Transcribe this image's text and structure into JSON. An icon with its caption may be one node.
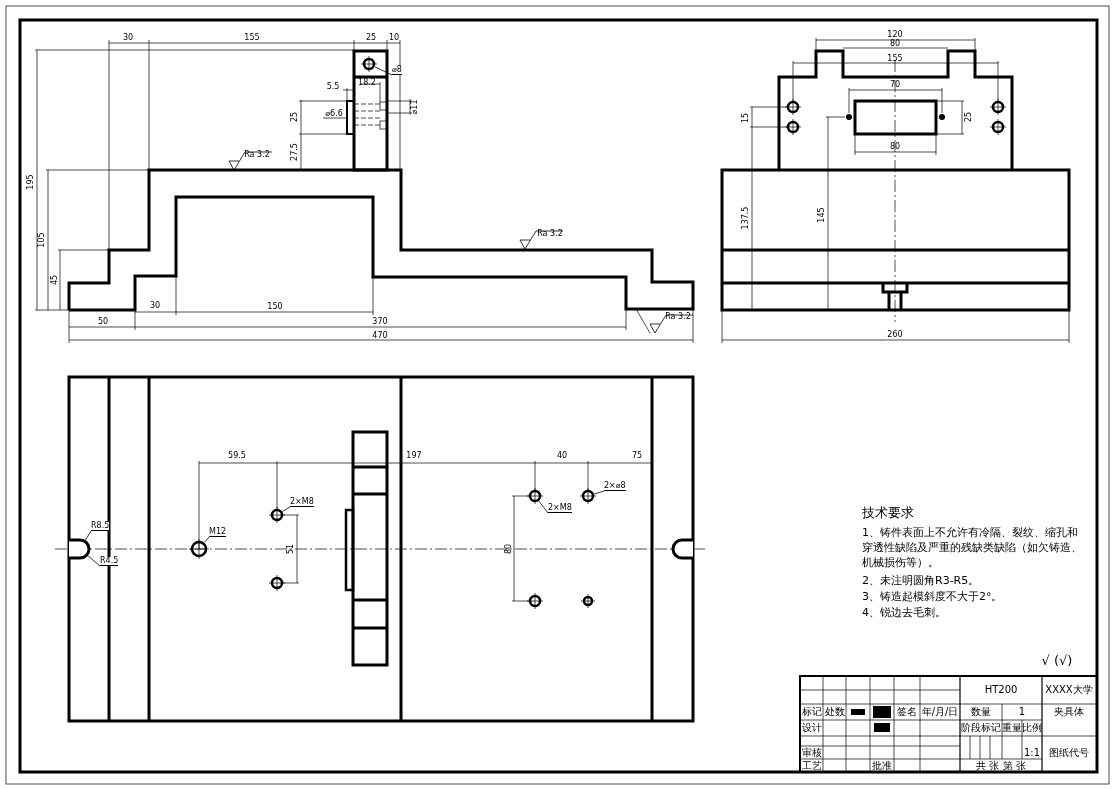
{
  "diagram": {
    "nodes": [
      {
        "text": [
          "⌀8"
        ]
      },
      {
        "text": [
          "2×M8"
        ]
      },
      {
        "text": [
          "M12"
        ]
      },
      {
        "text": [
          "R8.5"
        ]
      },
      {
        "text": [
          "R4.5"
        ]
      },
      {
        "text": [
          "2×M8"
        ]
      },
      {
        "text": [
          "2×⌀8"
        ]
      },
      {
        "text": [],
        "shape": "circle"
      },
      {
        "text": [],
        "shape": "circle"
      },
      {
        "text": [],
        "shape": "circle"
      },
      {
        "text": [],
        "shape": "arc"
      },
      {
        "text": [],
        "shape": "circle"
      },
      {
        "text": [],
        "shape": "circle"
      }
    ],
    "edges": [
      {
        "from": 0,
        "to": 7,
        "arrow": "none"
      },
      {
        "from": 1,
        "to": 8,
        "arrow": "none"
      },
      {
        "from": 2,
        "to": 9,
        "arrow": "none"
      },
      {
        "from": 3,
        "to": 10,
        "arrow": "none"
      },
      {
        "from": 4,
        "to": 10,
        "arrow": "none"
      },
      {
        "from": 5,
        "to": 11,
        "arrow": "none"
      },
      {
        "from": 6,
        "to": 12,
        "arrow": "none"
      }
    ],
    "labels": [
      "30",
      "155",
      "25",
      "10",
      "18.2",
      "5.5",
      "⌀11",
      "25",
      "⌀6.6",
      "27.5",
      "Ra 3.2",
      "195",
      "105",
      "45",
      "Ra 3.2",
      "30",
      "150",
      "50",
      "370",
      "Ra 3.2",
      "470",
      "120",
      "80",
      "155",
      "70",
      "15",
      "25",
      "80",
      "145",
      "137.5",
      "260",
      "59.5",
      "197",
      "40",
      "75",
      "51",
      "80",
      "技术要求",
      "1、铸件表面上不允许有冷隔、裂纹、缩孔和穿透性缺陷及严重的残缺类缺陷（如欠铸造、机械损伤等）。",
      "2、未注明圆角R3-R5。",
      "3、铸造起模斜度不大于2°。",
      "4、锐边去毛刺。",
      "√ (√)",
      "HT200",
      "XXXX大学",
      "标记",
      "处数",
      "签名",
      "年/月/日",
      "数量",
      "1",
      "夹具体",
      "设计",
      "阶段标记",
      "重量",
      "比例",
      "审核",
      "1:1",
      "图纸代号",
      "工艺",
      "批准",
      "共 张 第 张"
    ]
  }
}
